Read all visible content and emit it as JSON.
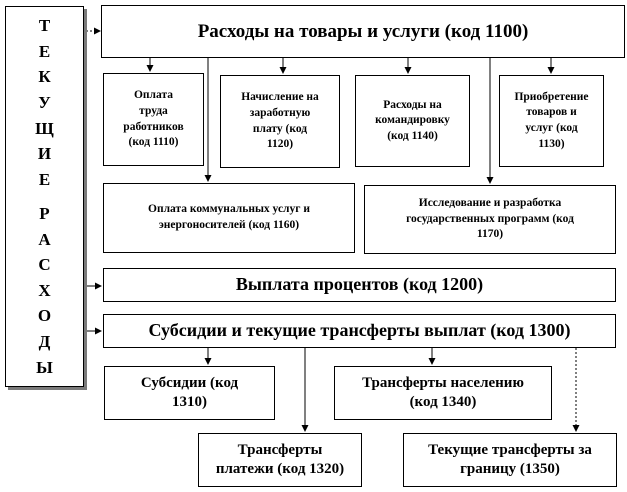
{
  "left_label": [
    "Т",
    "Е",
    "К",
    "У",
    "Щ",
    "И",
    "Е",
    "",
    "Р",
    "А",
    "С",
    "Х",
    "О",
    "Д",
    "Ы"
  ],
  "top_box": "Расходы  на  товары  и  услуги  (код 1100)",
  "row1": [
    "Оплата\nтруда\nработников\n(код 1110)",
    "Начисление на\nзаработную\nплату (код\n1120)",
    "Расходы на\nкомандировку\n(код 1140)",
    "Приобретение\nтоваров и\nуслуг (код\n1130)"
  ],
  "row2": [
    "Оплата коммунальных  услуг  и\nэнергоносителей (код 1160)",
    "Исследование и разработка\nгосударственных программ (код\n1170)"
  ],
  "interest_box": "Выплата  процентов  (код 1200)",
  "subsidies_box": "Субсидии  и текущие  трансферты  выплат  (код 1300)",
  "row3": [
    "Субсидии (код\n1310)",
    "Трансферты населению\n(код 1340)"
  ],
  "row4": [
    "Трансферты\nплатежи (код 1320)",
    "Текущие трансферты за\nграницу (1350)"
  ]
}
